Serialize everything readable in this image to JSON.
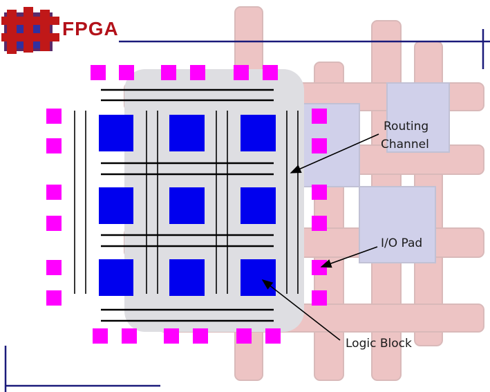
{
  "title": "FPGA",
  "labels": {
    "routing_channel_line1": "Routing",
    "routing_channel_line2": "Channel",
    "io_pad": "I/O Pad",
    "logic_block": "Logic Block"
  },
  "colors": {
    "logic_block": "#0000ee",
    "io_pad": "#ff00ff",
    "wire": "#000000",
    "frame_line": "#1a1a7a",
    "title": "#b3121a"
  },
  "logo_icon": "fpga-cube-logo-icon",
  "background_icon": "3d-lattice-watermark-icon"
}
